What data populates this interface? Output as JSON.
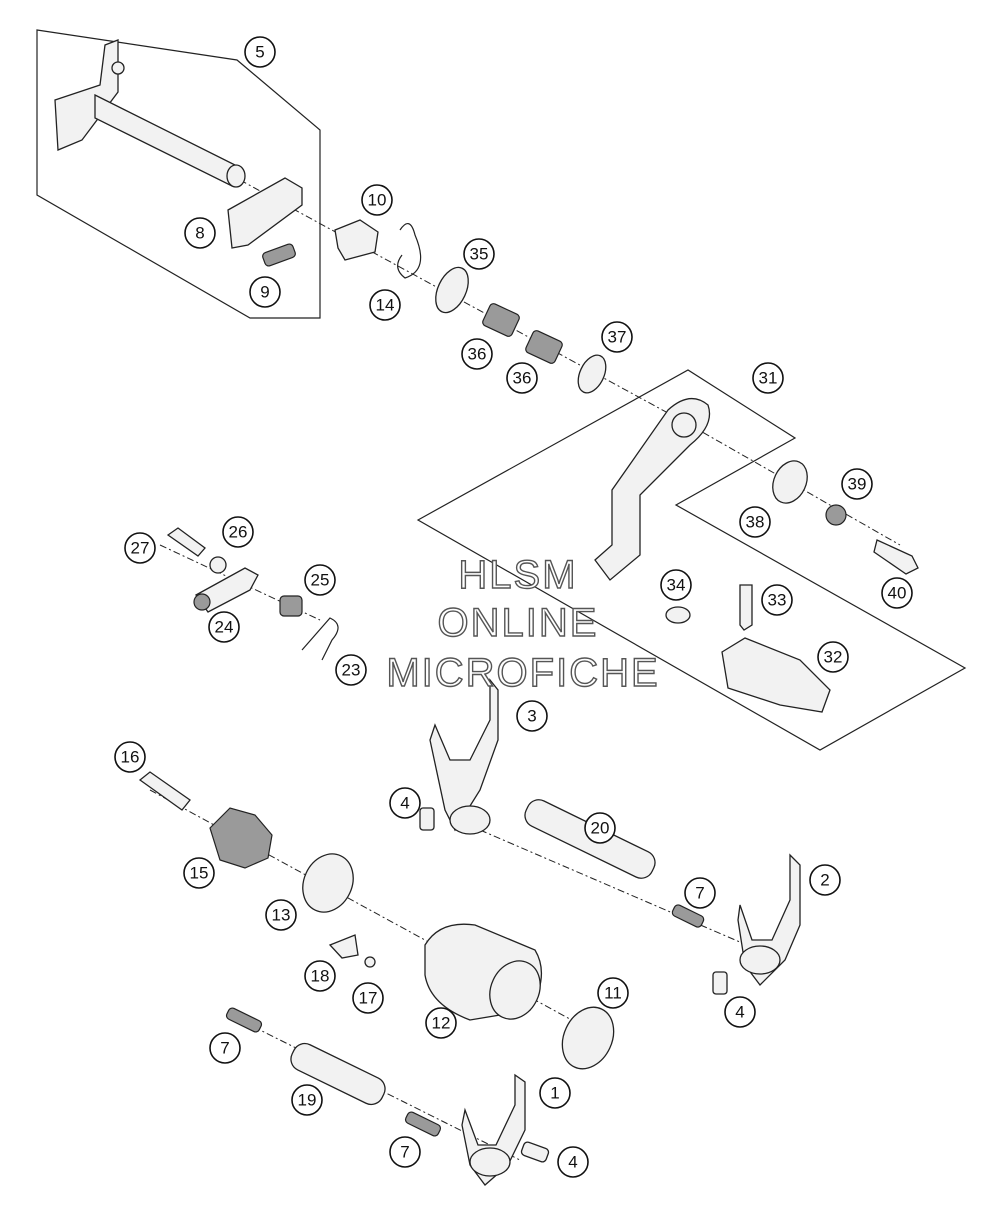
{
  "diagram": {
    "callouts": [
      "1",
      "2",
      "3",
      "4",
      "4",
      "4",
      "5",
      "7",
      "7",
      "7",
      "8",
      "9",
      "10",
      "11",
      "12",
      "13",
      "14",
      "15",
      "16",
      "17",
      "18",
      "19",
      "20",
      "23",
      "24",
      "25",
      "26",
      "27",
      "31",
      "32",
      "33",
      "34",
      "35",
      "36",
      "36",
      "37",
      "38",
      "39",
      "40"
    ]
  },
  "watermark": {
    "line1": "HLSM",
    "line2": "ONLINE",
    "line3": "MICROFICHE"
  }
}
